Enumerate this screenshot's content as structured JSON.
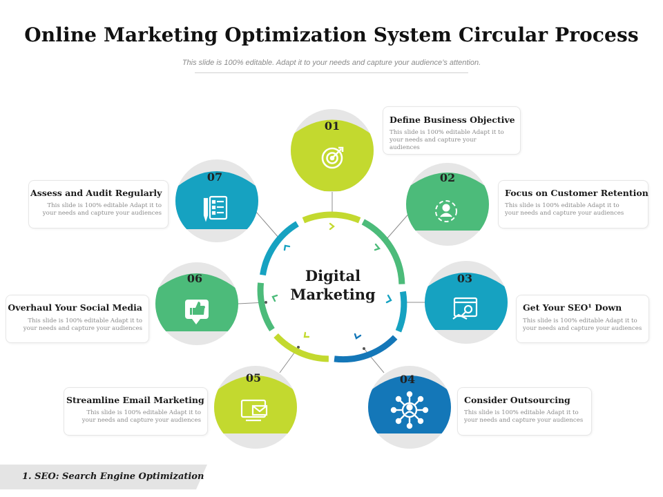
{
  "title": "Online Marketing Optimization System Circular Process",
  "subtitle": "This slide is 100% editable. Adapt it to your needs and capture your audience’s attention.",
  "center": {
    "line1": "Digital",
    "line2": "Marketing"
  },
  "colors": {
    "lime": "#c3d92f",
    "green": "#4cbb7a",
    "teal": "#16a2c1",
    "blue": "#1477b8",
    "gray": "#e6e6e6"
  },
  "steps": [
    {
      "num": "01",
      "title": "Define Business Objective",
      "desc": "This slide is 100% editable Adapt it to your needs and capture your audiences",
      "icon": "target-icon",
      "color": "lime"
    },
    {
      "num": "02",
      "title": "Focus on Customer Retention",
      "desc": "This slide is 100% editable Adapt it to your needs and capture your audiences",
      "icon": "customer-cycle-icon",
      "color": "green"
    },
    {
      "num": "03",
      "title": "Get Your SEO¹ Down",
      "desc": "This slide is 100% editable Adapt it to your needs and capture your audiences",
      "icon": "web-search-icon",
      "color": "teal"
    },
    {
      "num": "04",
      "title": "Consider Outsourcing",
      "desc": "This slide is 100% editable Adapt it to your needs and capture your audiences",
      "icon": "network-people-icon",
      "color": "blue"
    },
    {
      "num": "05",
      "title": "Streamline Email Marketing",
      "desc": "This slide is 100% editable Adapt it to your needs and capture your audiences",
      "icon": "email-icon",
      "color": "lime"
    },
    {
      "num": "06",
      "title": "Overhaul Your Social Media",
      "desc": "This slide is 100% editable Adapt it to your needs and capture your audiences",
      "icon": "thumbs-up-icon",
      "color": "green"
    },
    {
      "num": "07",
      "title": "Assess and Audit Regularly",
      "desc": "This slide is 100% editable Adapt it to your needs and capture your audiences",
      "icon": "checklist-icon",
      "color": "teal"
    }
  ],
  "footnote": "1. SEO: Search Engine Optimization"
}
